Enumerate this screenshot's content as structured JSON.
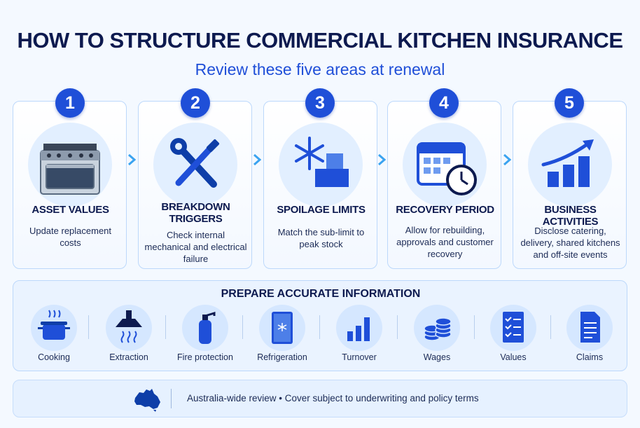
{
  "header": {
    "title": "HOW TO STRUCTURE COMMERCIAL KITCHEN INSURANCE",
    "subtitle": "Review these five areas at renewal"
  },
  "steps": [
    {
      "number": "1",
      "title": "ASSET VALUES",
      "desc": "Update replacement costs",
      "icon": "stove-icon"
    },
    {
      "number": "2",
      "title": "BREAKDOWN TRIGGERS",
      "desc": "Check internal mechanical and electrical failure",
      "icon": "wrench-screwdriver-icon"
    },
    {
      "number": "3",
      "title": "SPOILAGE LIMITS",
      "desc": "Match the sub-limit to peak stock",
      "icon": "snowflake-boxes-icon"
    },
    {
      "number": "4",
      "title": "RECOVERY PERIOD",
      "desc": "Allow for rebuilding, approvals and customer recovery",
      "icon": "calendar-clock-icon"
    },
    {
      "number": "5",
      "title": "BUSINESS ACTIVITIES",
      "desc": "Disclose catering, delivery, shared kitchens and off-site events",
      "icon": "growth-chart-icon"
    }
  ],
  "prepare": {
    "title": "PREPARE ACCURATE INFORMATION",
    "items": [
      {
        "label": "Cooking",
        "icon": "cooking-pot-icon"
      },
      {
        "label": "Extraction",
        "icon": "extraction-hood-icon"
      },
      {
        "label": "Fire protection",
        "icon": "fire-extinguisher-icon"
      },
      {
        "label": "Refrigeration",
        "icon": "fridge-icon"
      },
      {
        "label": "Turnover",
        "icon": "bar-chart-icon"
      },
      {
        "label": "Wages",
        "icon": "coins-icon"
      },
      {
        "label": "Values",
        "icon": "checklist-icon"
      },
      {
        "label": "Claims",
        "icon": "document-icon"
      }
    ]
  },
  "footer": {
    "text": "Australia-wide review • Cover subject to underwriting and policy terms",
    "icon": "australia-map-icon"
  },
  "colors": {
    "accent": "#1f4fd8",
    "navy": "#0d1a4f",
    "light_blue": "#e2efff",
    "border": "#bcd8fb"
  }
}
